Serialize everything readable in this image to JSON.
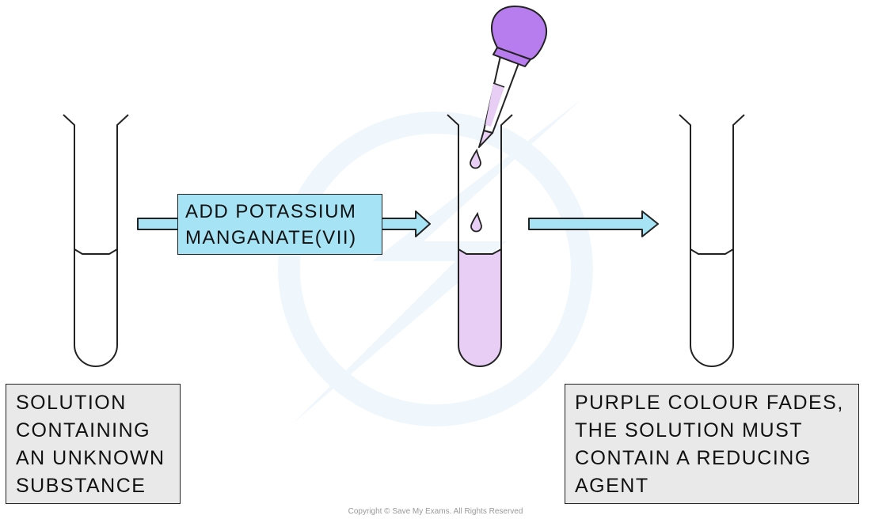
{
  "reagent_label": {
    "line1": "ADD POTASSIUM",
    "line2": "MANGANATE(VII)"
  },
  "left_caption": {
    "line1": "SOLUTION",
    "line2": "CONTAINING",
    "line3": "AN UNKNOWN",
    "line4": "SUBSTANCE"
  },
  "right_caption": {
    "line1": "PURPLE COLOUR FADES,",
    "line2": "THE SOLUTION MUST",
    "line3": "CONTAIN A REDUCING",
    "line4": "AGENT"
  },
  "copyright": "Copyright © Save My Exams. All Rights Reserved",
  "colors": {
    "purple_solution": "#e8cdf4",
    "dropper_bulb": "#b77cee",
    "arrow_fill": "#a6e3f4",
    "label_background": "#e9e9e9",
    "outline": "#222222"
  },
  "icons": [
    "test-tube-icon",
    "dropper-icon",
    "drop-icon",
    "arrow-icon",
    "watermark-logo-icon"
  ]
}
